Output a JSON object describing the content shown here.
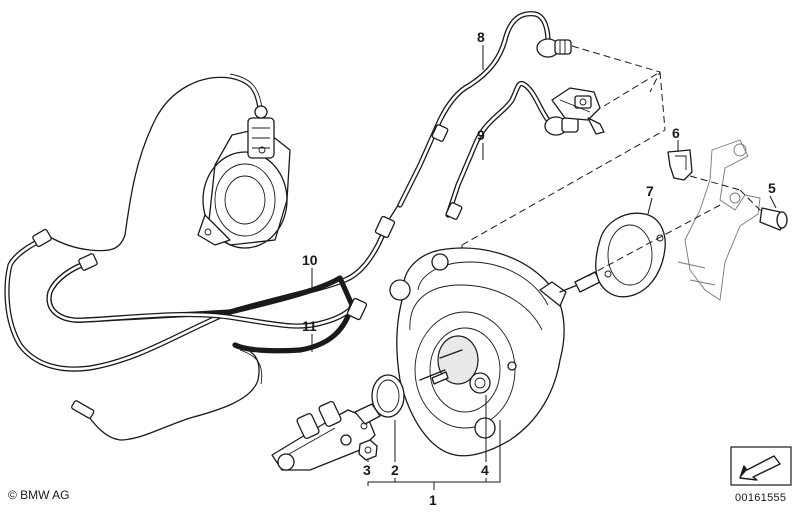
{
  "callouts": [
    {
      "id": "1",
      "label": "1"
    },
    {
      "id": "2",
      "label": "2"
    },
    {
      "id": "3",
      "label": "3"
    },
    {
      "id": "4",
      "label": "4"
    },
    {
      "id": "5",
      "label": "5"
    },
    {
      "id": "6",
      "label": "6"
    },
    {
      "id": "7",
      "label": "7"
    },
    {
      "id": "8",
      "label": "8"
    },
    {
      "id": "9",
      "label": "9"
    },
    {
      "id": "10",
      "label": "10"
    },
    {
      "id": "11",
      "label": "11"
    }
  ],
  "copyright": "© BMW AG",
  "diagram_number": "00161555",
  "icons": {
    "navigation": "arrow-frame-icon"
  },
  "colors": {
    "line": "#1a1a1a",
    "background": "#ffffff"
  }
}
